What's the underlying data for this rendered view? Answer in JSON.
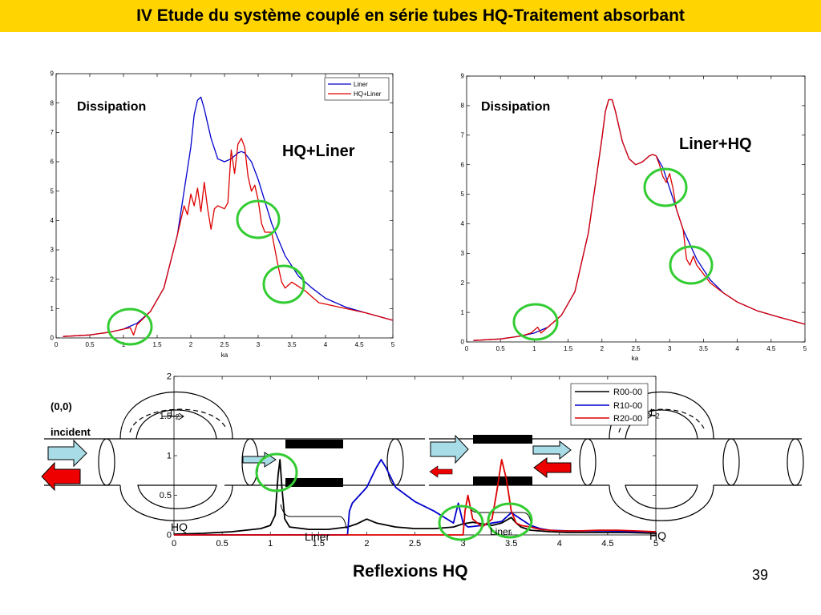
{
  "slide": {
    "title": "IV Etude du système couplé en série tubes HQ-Traitement absorbant",
    "footer_caption": "Reflexions  HQ",
    "page_number": "39",
    "title_bg": "#ffd400"
  },
  "chart_data": [
    {
      "type": "line",
      "annotation_label": "Dissipation",
      "configuration_label": "HQ+Liner",
      "xlabel": "ka",
      "ylabel": "",
      "xlim": [
        0,
        5
      ],
      "ylim": [
        0,
        9
      ],
      "xticks": [
        "0",
        "0.5",
        "1",
        "1.5",
        "2",
        "2.5",
        "3",
        "3.5",
        "4",
        "4.5",
        "5"
      ],
      "yticks": [
        "0",
        "1",
        "2",
        "3",
        "4",
        "5",
        "6",
        "7",
        "8",
        "9"
      ],
      "legend_position": "top-right",
      "series": [
        {
          "name": "Liner",
          "color": "#0000cc",
          "x": [
            0.1,
            0.5,
            0.8,
            1.0,
            1.2,
            1.4,
            1.6,
            1.8,
            1.9,
            2.0,
            2.05,
            2.1,
            2.15,
            2.2,
            2.3,
            2.4,
            2.5,
            2.6,
            2.7,
            2.75,
            2.8,
            2.9,
            3.0,
            3.2,
            3.4,
            3.6,
            3.8,
            4.0,
            4.3,
            4.6,
            5.0
          ],
          "y": [
            0.05,
            0.1,
            0.2,
            0.3,
            0.5,
            0.9,
            1.7,
            3.5,
            5.0,
            6.5,
            7.6,
            8.1,
            8.2,
            7.8,
            6.8,
            6.1,
            6.0,
            6.1,
            6.3,
            6.35,
            6.3,
            6.0,
            5.4,
            3.9,
            2.8,
            2.1,
            1.7,
            1.35,
            1.05,
            0.85,
            0.6
          ]
        },
        {
          "name": "HQ+Liner",
          "color": "#dd0000",
          "x": [
            0.1,
            0.5,
            0.8,
            1.0,
            1.1,
            1.15,
            1.2,
            1.4,
            1.6,
            1.8,
            1.9,
            1.95,
            2.0,
            2.05,
            2.1,
            2.15,
            2.2,
            2.25,
            2.3,
            2.35,
            2.4,
            2.5,
            2.55,
            2.6,
            2.65,
            2.7,
            2.75,
            2.8,
            2.85,
            2.9,
            2.95,
            3.0,
            3.05,
            3.1,
            3.2,
            3.3,
            3.35,
            3.4,
            3.5,
            3.7,
            3.8,
            3.9,
            4.0,
            4.3,
            4.6,
            5.0
          ],
          "y": [
            0.05,
            0.1,
            0.2,
            0.3,
            0.35,
            0.1,
            0.45,
            0.9,
            1.7,
            3.5,
            4.5,
            4.2,
            4.9,
            4.5,
            5.1,
            4.3,
            5.3,
            4.4,
            3.7,
            4.4,
            4.5,
            4.4,
            4.6,
            6.4,
            5.6,
            6.6,
            6.8,
            6.5,
            5.5,
            5.0,
            5.2,
            4.7,
            3.9,
            3.6,
            3.6,
            2.4,
            1.9,
            1.7,
            1.9,
            1.6,
            1.4,
            1.2,
            1.15,
            1.0,
            0.85,
            0.6
          ]
        }
      ]
    },
    {
      "type": "line",
      "annotation_label": "Dissipation",
      "configuration_label": "Liner+HQ",
      "xlabel": "ka",
      "ylabel": "",
      "xlim": [
        0,
        5
      ],
      "ylim": [
        0,
        9
      ],
      "xticks": [
        "0",
        "0.5",
        "1",
        "1.5",
        "2",
        "2.5",
        "3",
        "3.5",
        "4",
        "4.5",
        "5"
      ],
      "yticks": [
        "0",
        "1",
        "2",
        "3",
        "4",
        "5",
        "6",
        "7",
        "8",
        "9"
      ],
      "series": [
        {
          "color": "#0000cc",
          "x": [
            0.1,
            0.5,
            0.8,
            1.0,
            1.2,
            1.4,
            1.6,
            1.8,
            1.9,
            2.0,
            2.05,
            2.1,
            2.15,
            2.2,
            2.3,
            2.4,
            2.5,
            2.6,
            2.7,
            2.75,
            2.8,
            2.9,
            3.0,
            3.2,
            3.4,
            3.6,
            3.8,
            4.0,
            4.3,
            4.6,
            5.0
          ],
          "y": [
            0.05,
            0.1,
            0.2,
            0.3,
            0.5,
            0.9,
            1.7,
            3.7,
            5.3,
            6.9,
            7.8,
            8.2,
            8.2,
            7.8,
            6.8,
            6.2,
            6.0,
            6.1,
            6.3,
            6.35,
            6.3,
            5.9,
            5.2,
            3.8,
            2.8,
            2.1,
            1.65,
            1.35,
            1.05,
            0.85,
            0.6
          ]
        },
        {
          "color": "#dd0000",
          "x": [
            0.1,
            0.5,
            0.8,
            0.95,
            1.05,
            1.1,
            1.2,
            1.4,
            1.6,
            1.8,
            1.9,
            2.0,
            2.05,
            2.1,
            2.15,
            2.2,
            2.3,
            2.4,
            2.5,
            2.6,
            2.7,
            2.75,
            2.8,
            2.85,
            2.9,
            2.95,
            3.0,
            3.05,
            3.1,
            3.2,
            3.25,
            3.3,
            3.35,
            3.4,
            3.6,
            3.8,
            4.0,
            4.3,
            4.6,
            5.0
          ],
          "y": [
            0.05,
            0.1,
            0.2,
            0.3,
            0.5,
            0.3,
            0.5,
            0.9,
            1.7,
            3.7,
            5.3,
            6.9,
            7.8,
            8.2,
            8.2,
            7.8,
            6.8,
            6.2,
            6.0,
            6.1,
            6.3,
            6.35,
            6.3,
            6.0,
            5.6,
            5.4,
            5.7,
            5.2,
            4.5,
            3.8,
            2.8,
            2.6,
            2.9,
            2.6,
            2.0,
            1.65,
            1.35,
            1.05,
            0.85,
            0.6
          ]
        }
      ]
    },
    {
      "type": "line",
      "title": "",
      "xlabel": "",
      "ylabel": "",
      "xlim": [
        0,
        5
      ],
      "ylim": [
        0,
        2
      ],
      "xticks": [
        "0",
        "0.5",
        "1",
        "1.5",
        "2",
        "2.5",
        "3",
        "3.5",
        "4",
        "4.5",
        "5"
      ],
      "yticks": [
        "0",
        "0.5",
        "1",
        "1.5",
        "2"
      ],
      "legend_position": "top-right",
      "series": [
        {
          "name": "R00-00",
          "color": "#000000",
          "x": [
            0.0,
            0.3,
            0.6,
            0.9,
            1.0,
            1.05,
            1.08,
            1.1,
            1.12,
            1.15,
            1.2,
            1.4,
            1.6,
            1.8,
            1.9,
            2.0,
            2.1,
            2.3,
            2.5,
            2.7,
            2.9,
            3.0,
            3.1,
            3.3,
            3.4,
            3.5,
            3.55,
            3.6,
            3.7,
            3.9,
            4.1,
            4.3,
            4.5,
            4.7,
            5.0
          ],
          "y": [
            0.01,
            0.02,
            0.04,
            0.08,
            0.12,
            0.25,
            0.75,
            0.95,
            0.6,
            0.2,
            0.1,
            0.07,
            0.07,
            0.1,
            0.14,
            0.2,
            0.15,
            0.1,
            0.08,
            0.08,
            0.1,
            0.14,
            0.16,
            0.12,
            0.15,
            0.22,
            0.15,
            0.1,
            0.06,
            0.04,
            0.03,
            0.03,
            0.03,
            0.03,
            0.02
          ]
        },
        {
          "name": "R10-00",
          "color": "#0000cc",
          "x": [
            0.0,
            1.8,
            1.82,
            1.85,
            2.0,
            2.1,
            2.15,
            2.2,
            2.3,
            2.5,
            2.7,
            2.9,
            2.95,
            3.0,
            3.05,
            3.2,
            3.3,
            3.4,
            3.5,
            3.6,
            3.7,
            3.8,
            3.9,
            4.1,
            4.3,
            4.5,
            4.8,
            5.0
          ],
          "y": [
            0.0,
            0.0,
            0.3,
            0.4,
            0.6,
            0.85,
            0.95,
            0.85,
            0.6,
            0.42,
            0.3,
            0.15,
            0.4,
            0.15,
            0.1,
            0.12,
            0.15,
            0.17,
            0.28,
            0.2,
            0.12,
            0.08,
            0.06,
            0.05,
            0.05,
            0.05,
            0.04,
            0.04
          ]
        },
        {
          "name": "R20-00",
          "color": "#dd0000",
          "x": [
            0.0,
            3.0,
            3.02,
            3.05,
            3.1,
            3.2,
            3.3,
            3.35,
            3.4,
            3.45,
            3.5,
            3.55,
            3.6,
            3.7,
            3.8,
            3.9,
            4.0,
            4.2,
            4.4,
            4.6,
            4.8,
            5.0
          ],
          "y": [
            0.0,
            0.0,
            0.3,
            0.5,
            0.2,
            0.1,
            0.2,
            0.55,
            0.95,
            0.7,
            0.3,
            0.15,
            0.12,
            0.1,
            0.07,
            0.06,
            0.05,
            0.05,
            0.06,
            0.06,
            0.05,
            0.04
          ]
        }
      ]
    }
  ],
  "diagram": {
    "origin_label": "(0,0)",
    "incident_label": "incident",
    "hq_label": "HQ",
    "liner_label": "Liner",
    "l2_label": "L",
    "l2_subscript": "2",
    "circle_color": "#33cc33",
    "arrow_fill_light": "#a8dde8",
    "arrow_fill_red": "#ee0000"
  }
}
